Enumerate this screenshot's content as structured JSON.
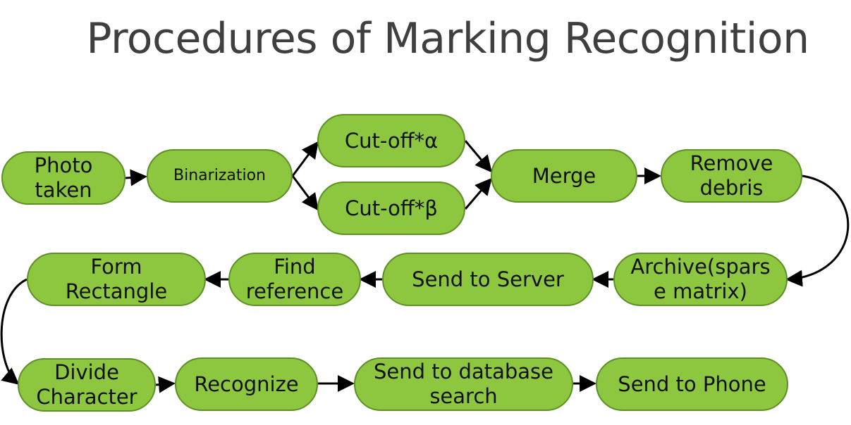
{
  "title": "Procedures of Marking Recognition",
  "nodes": {
    "photo": "Photo\ntaken",
    "binarization": "Binarization",
    "cutoff_a": "Cut-off*α",
    "cutoff_b": "Cut-off*β",
    "merge": "Merge",
    "remove_debris": "Remove\ndebris",
    "archive": "Archive(spars\ne matrix)",
    "send_server": "Send to Server",
    "find_reference": "Find\nreference",
    "form_rectangle": "Form\nRectangle",
    "divide_character": "Divide\nCharacter",
    "recognize": "Recognize",
    "send_db": "Send to database\nsearch",
    "send_phone": "Send to Phone"
  }
}
